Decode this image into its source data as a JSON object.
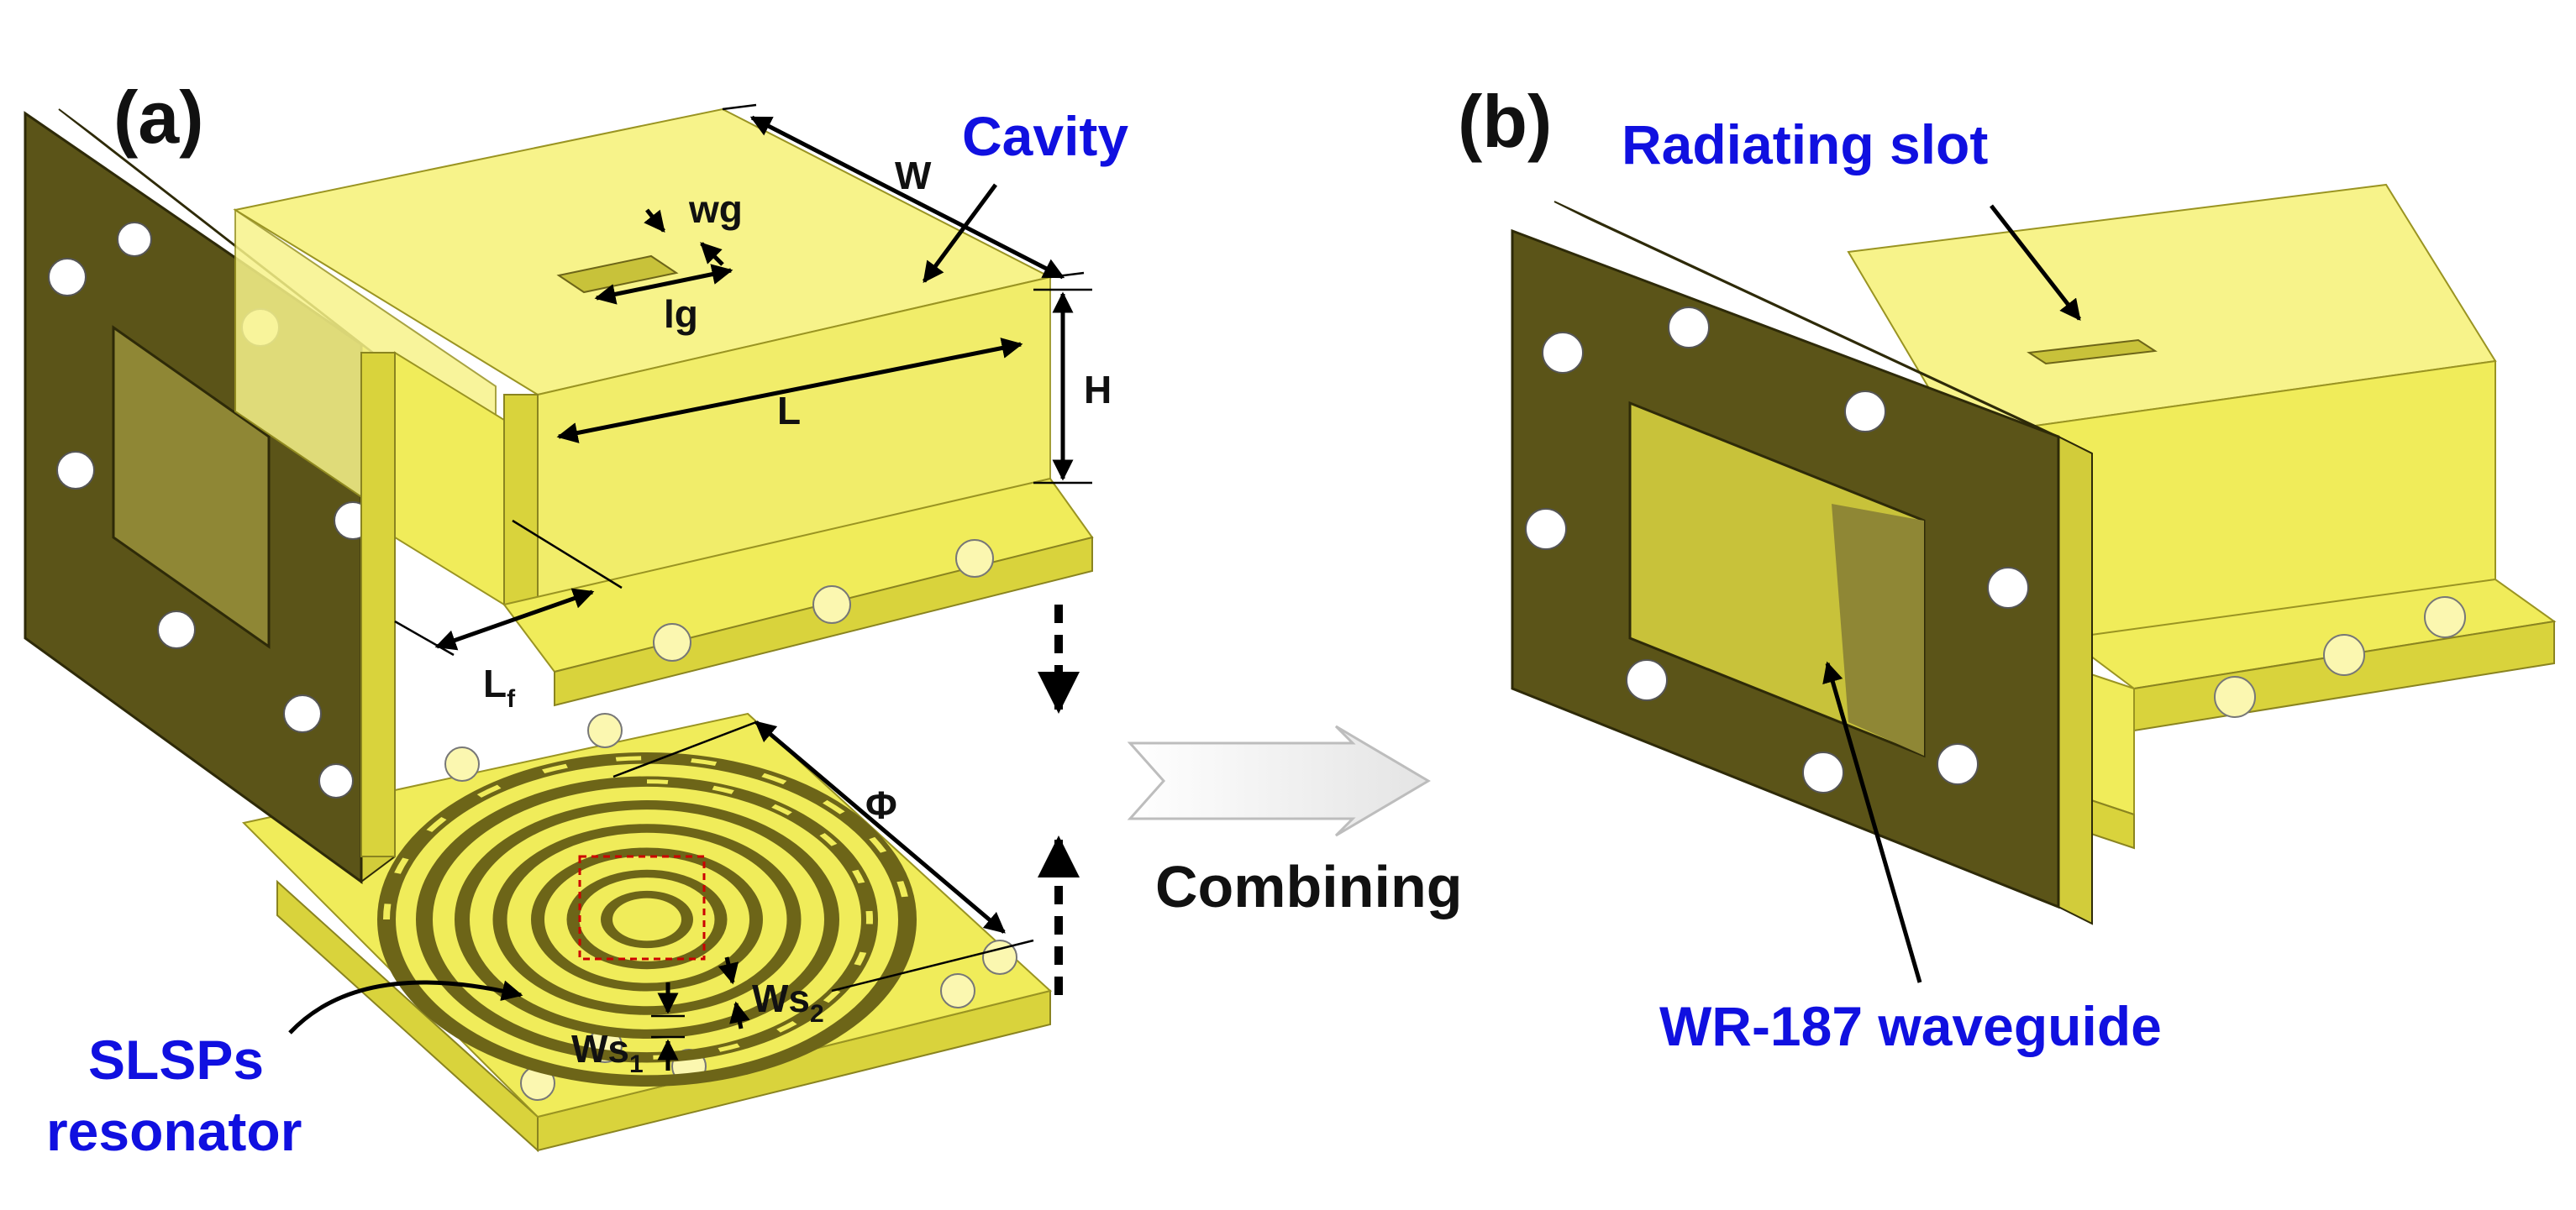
{
  "panels": {
    "a": {
      "label": "(a)",
      "cavity_label": "Cavity",
      "resonator_label_line1": "SLSPs",
      "resonator_label_line2": "resonator",
      "dims": {
        "W": "W",
        "wg": "wg",
        "lg": "lg",
        "L": "L",
        "H": "H",
        "Lf_main": "L",
        "Lf_sub": "f",
        "Phi": "Φ",
        "Ws2_main": "Ws",
        "Ws2_sub": "2",
        "Ws1_main": "Ws",
        "Ws1_sub": "1"
      }
    },
    "b": {
      "label": "(b)",
      "slot_label": "Radiating slot",
      "waveguide_label": "WR-187 waveguide"
    }
  },
  "combining_label": "Combining",
  "colors": {
    "metal_yellow": "#f0ec5a",
    "flange_dark": "#5b5418",
    "label_blue": "#1010e0",
    "highlight_red": "#cc0000"
  }
}
